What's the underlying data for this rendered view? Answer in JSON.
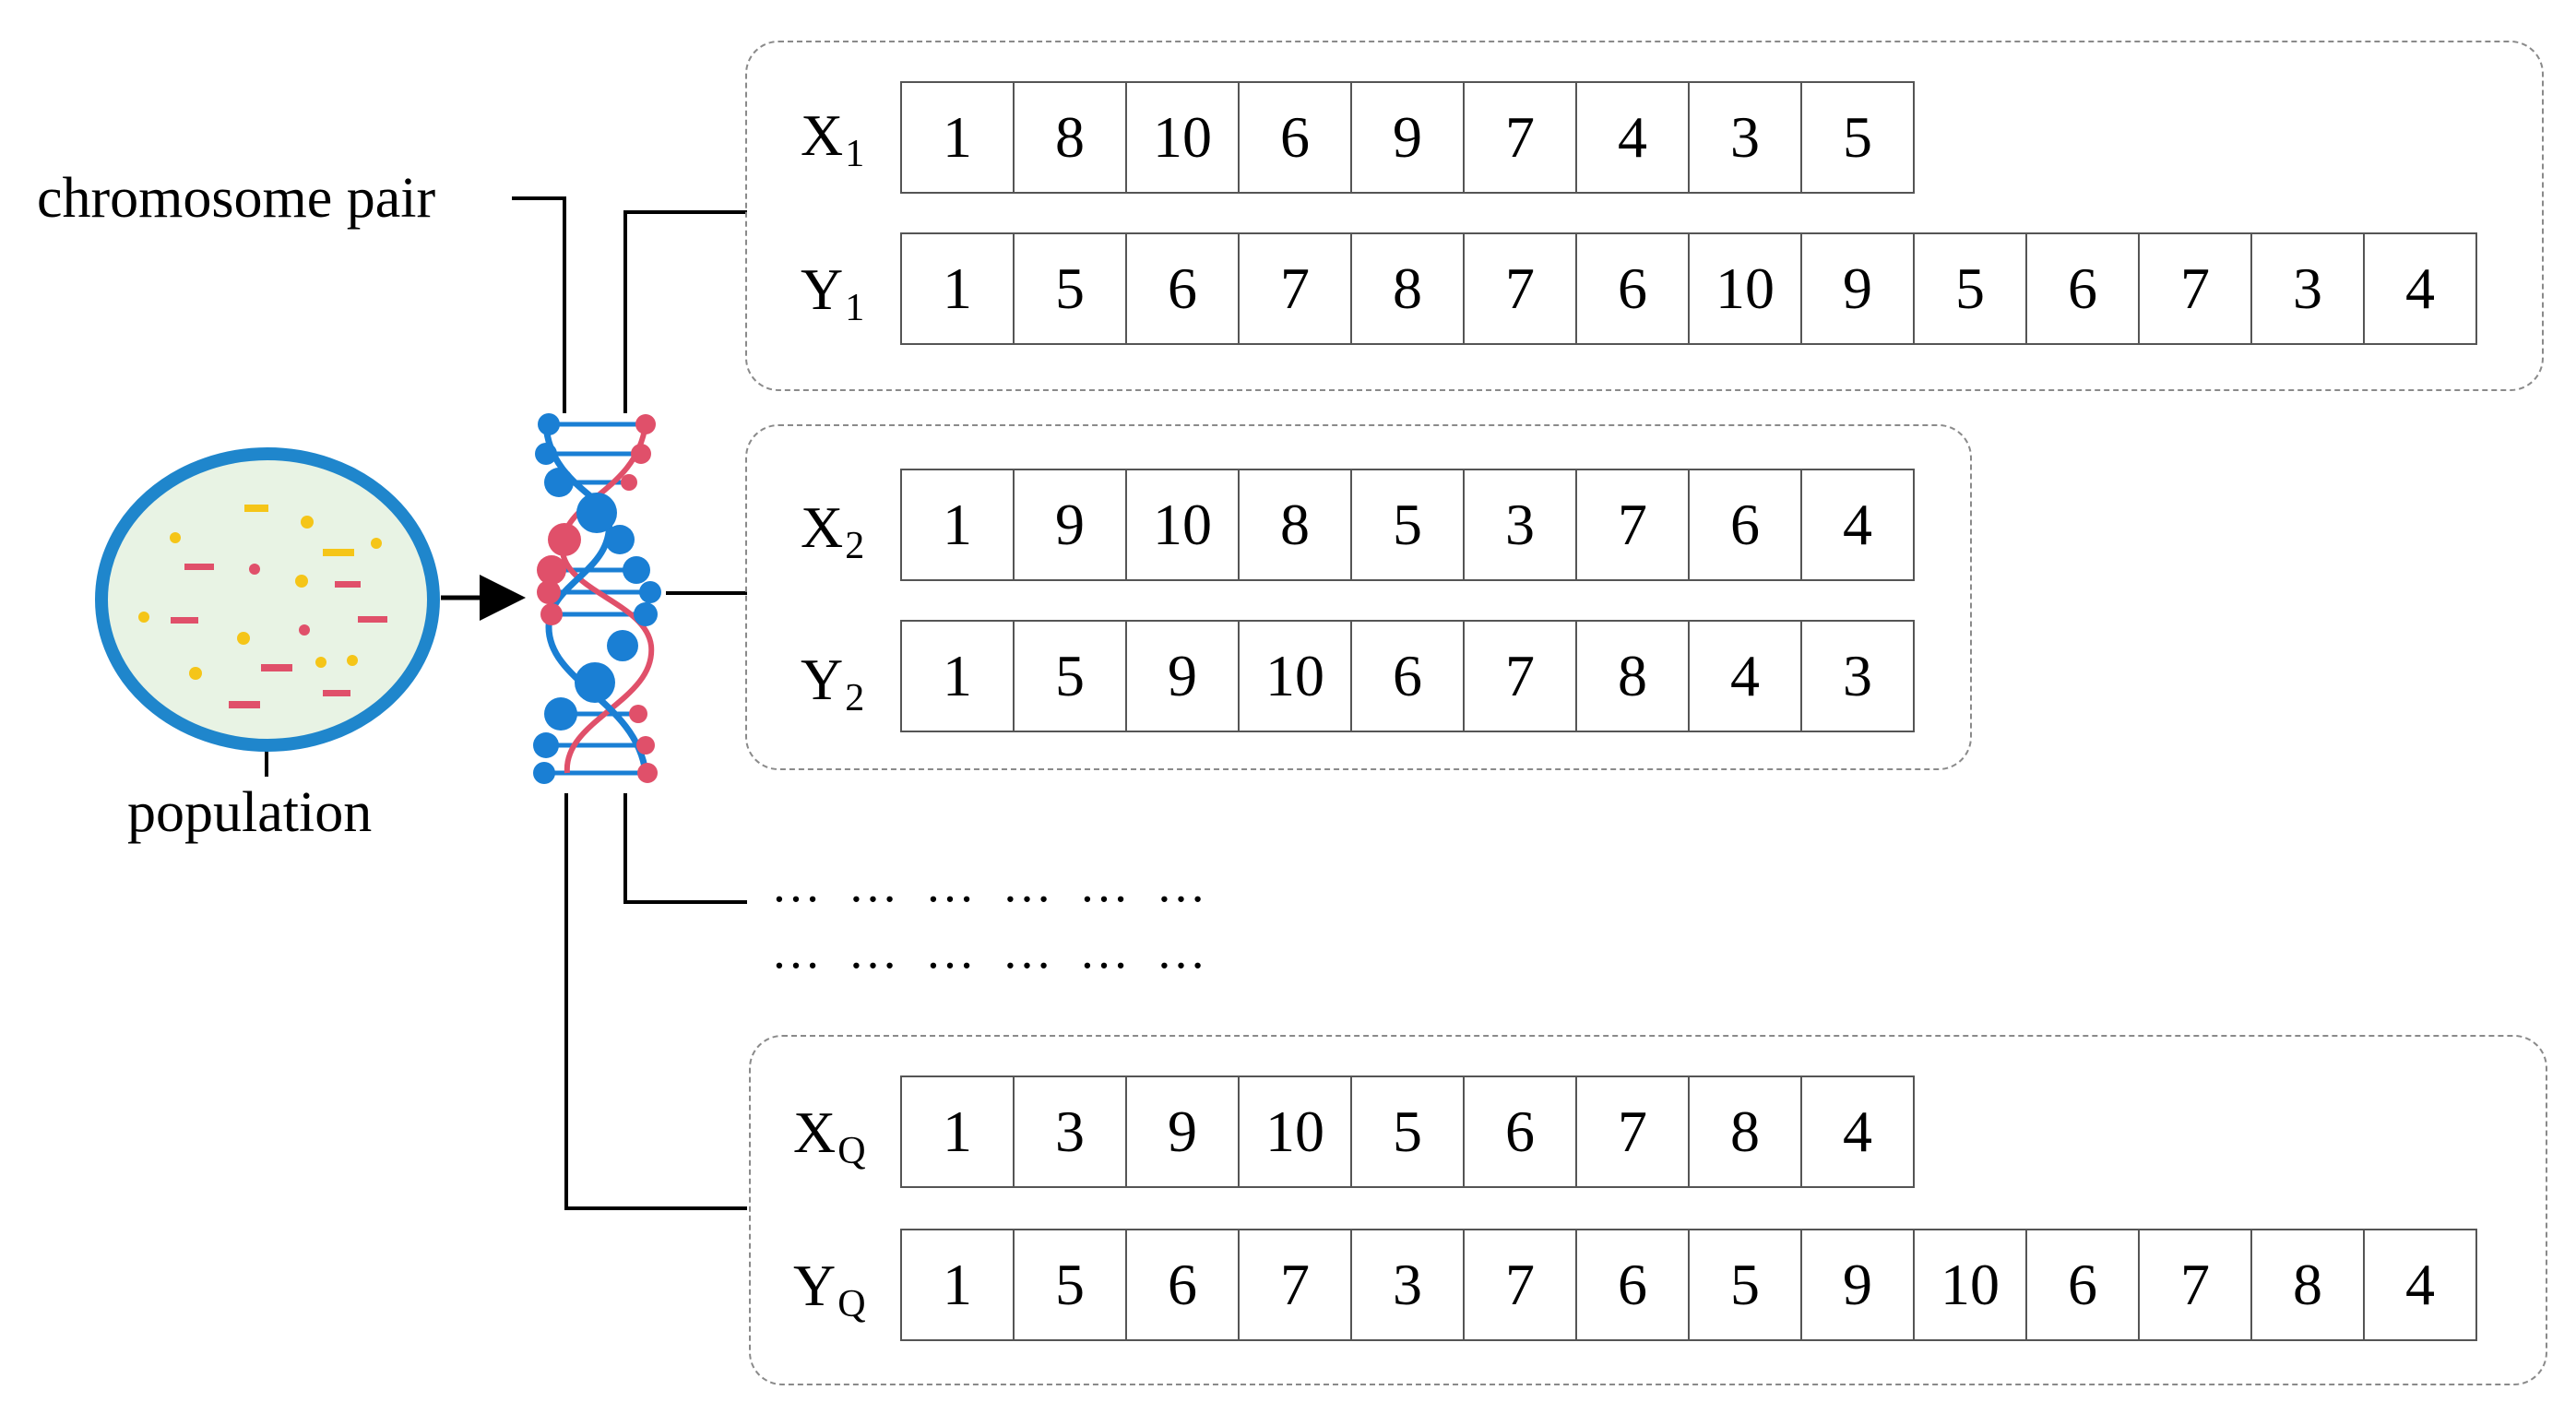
{
  "labels": {
    "chromosome_pair": "chromosome pair",
    "population": "population",
    "ellipsis_row_1": "… … … … … …",
    "ellipsis_row_2": "… … … … … …"
  },
  "groups": [
    {
      "x": {
        "letter": "X",
        "sub": "1",
        "values": [
          "1",
          "8",
          "10",
          "6",
          "9",
          "7",
          "4",
          "3",
          "5"
        ]
      },
      "y": {
        "letter": "Y",
        "sub": "1",
        "values": [
          "1",
          "5",
          "6",
          "7",
          "8",
          "7",
          "6",
          "10",
          "9",
          "5",
          "6",
          "7",
          "3",
          "4"
        ]
      }
    },
    {
      "x": {
        "letter": "X",
        "sub": "2",
        "values": [
          "1",
          "9",
          "10",
          "8",
          "5",
          "3",
          "7",
          "6",
          "4"
        ]
      },
      "y": {
        "letter": "Y",
        "sub": "2",
        "values": [
          "1",
          "5",
          "9",
          "10",
          "6",
          "7",
          "8",
          "4",
          "3"
        ]
      }
    },
    {
      "x": {
        "letter": "X",
        "sub": "Q",
        "values": [
          "1",
          "3",
          "9",
          "10",
          "5",
          "6",
          "7",
          "8",
          "4"
        ]
      },
      "y": {
        "letter": "Y",
        "sub": "Q",
        "values": [
          "1",
          "5",
          "6",
          "7",
          "3",
          "7",
          "6",
          "5",
          "9",
          "10",
          "6",
          "7",
          "8",
          "4"
        ]
      }
    }
  ],
  "colors": {
    "dish_border": "#1f86cc",
    "dish_fill": "#e8f3e4",
    "dna_blue": "#1a7fd4",
    "dna_red": "#e0506a",
    "specks_yellow": "#f5c518",
    "specks_red": "#e0506a",
    "box_border": "#8a8a8a"
  }
}
